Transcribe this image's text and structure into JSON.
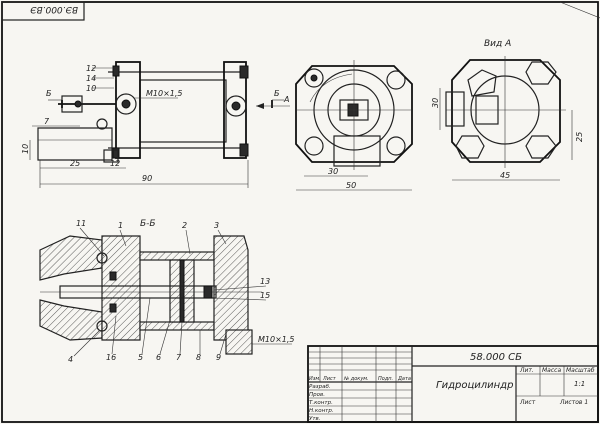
{
  "stamp": "ВЭ.000.ВЭ",
  "views": {
    "side_label": "Вид А",
    "section_label": "Б-Б",
    "arrow_b": "Б",
    "arrow_a": "А"
  },
  "front": {
    "callouts": [
      "12",
      "14",
      "10"
    ],
    "thread": "М10×1,5",
    "dims": {
      "d7": "7",
      "d10": "10",
      "d25": "25",
      "d12": "12",
      "d90": "90"
    }
  },
  "side": {
    "dims": {
      "d30v": "30",
      "d30": "30",
      "d50": "50"
    }
  },
  "viewA": {
    "dims": {
      "d25": "25",
      "d45": "45"
    }
  },
  "section": {
    "callouts_top": [
      "11",
      "1",
      "2",
      "3"
    ],
    "callouts_right": [
      "13",
      "15"
    ],
    "callouts_bottom": [
      "4",
      "16",
      "5",
      "6",
      "7",
      "8",
      "9"
    ],
    "thread": "М10×1,5"
  },
  "title_block": {
    "code": "58.000 СБ",
    "name": "Гидроцилиндр",
    "head": [
      "Изм.",
      "Лист",
      "№ докум.",
      "Подп.",
      "Дата"
    ],
    "rows": [
      "Разраб.",
      "Пров.",
      "Т.контр.",
      "",
      "Н.контр.",
      "Утв."
    ],
    "lit_head": [
      "Лит.",
      "Масса",
      "Масштаб"
    ],
    "scale": "1:1",
    "sheet_label": "Лист",
    "sheets_label": "Листов 1"
  }
}
